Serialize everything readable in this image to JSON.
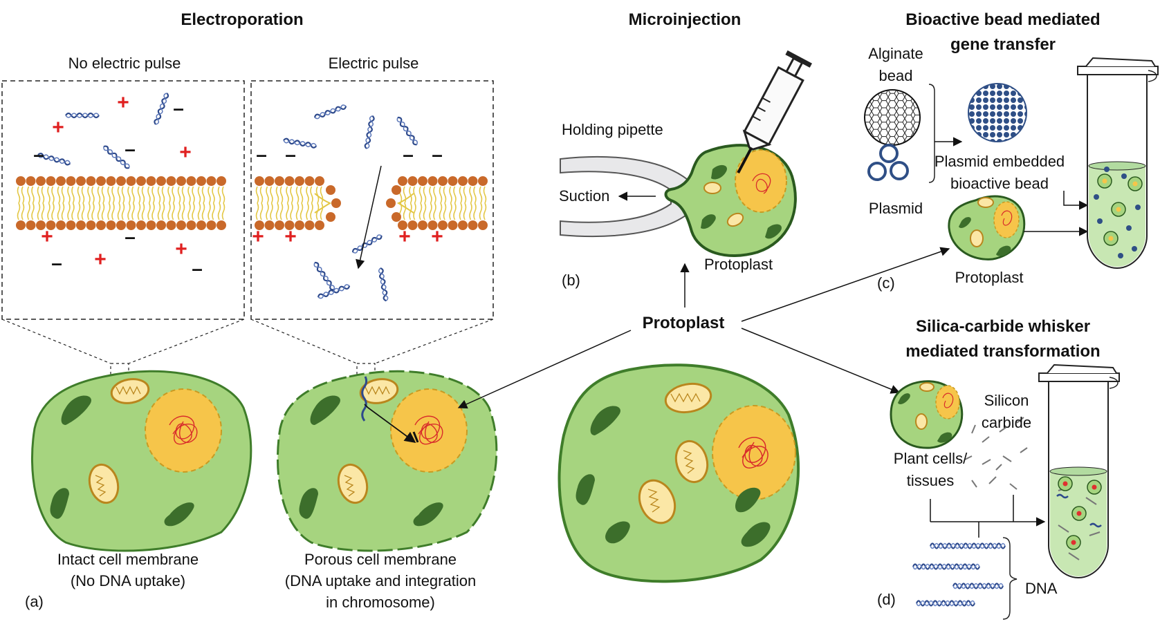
{
  "sections": {
    "electroporation": {
      "title": "Electroporation",
      "left_panel": "No electric pulse",
      "right_panel": "Electric pulse",
      "left_caption_1": "Intact cell membrane",
      "left_caption_2": "(No DNA uptake)",
      "right_caption_1": "Porous cell membrane",
      "right_caption_2": "(DNA uptake and integration",
      "right_caption_3": "in chromosome)",
      "panel_label": "(a)"
    },
    "microinjection": {
      "title": "Microinjection",
      "holding_pipette": "Holding  pipette",
      "suction": "Suction",
      "protoplast": "Protoplast",
      "panel_label": "(b)"
    },
    "bead": {
      "title_1": "Bioactive bead mediated",
      "title_2": "gene transfer",
      "alginate_1": "Alginate",
      "alginate_2": "bead",
      "plasmid": "Plasmid",
      "embedded_1": "Plasmid embedded",
      "embedded_2": "bioactive bead",
      "protoplast": "Protoplast",
      "panel_label": "(c)"
    },
    "whisker": {
      "title_1": "Silica-carbide  whisker",
      "title_2": "mediated transformation",
      "silicon_1": "Silicon",
      "silicon_2": "carbide",
      "plant_1": "Plant cells/",
      "plant_2": "tissues",
      "dna": "DNA",
      "panel_label": "(d)"
    },
    "center": {
      "protoplast": "Protoplast"
    }
  },
  "signs": {
    "plus": "+",
    "minus": "–"
  },
  "colors": {
    "cytoplasm": "#a6d47f",
    "cell_border": "#3f7d2a",
    "chloroplast": "#3c6e2b",
    "nucleus": "#f6c54a",
    "mitochondria": "#fbe7a6",
    "lipid_head": "#c9692a",
    "lipid_tail": "#e3c744",
    "dna": "#2e4a8c",
    "plus": "#e02020"
  }
}
